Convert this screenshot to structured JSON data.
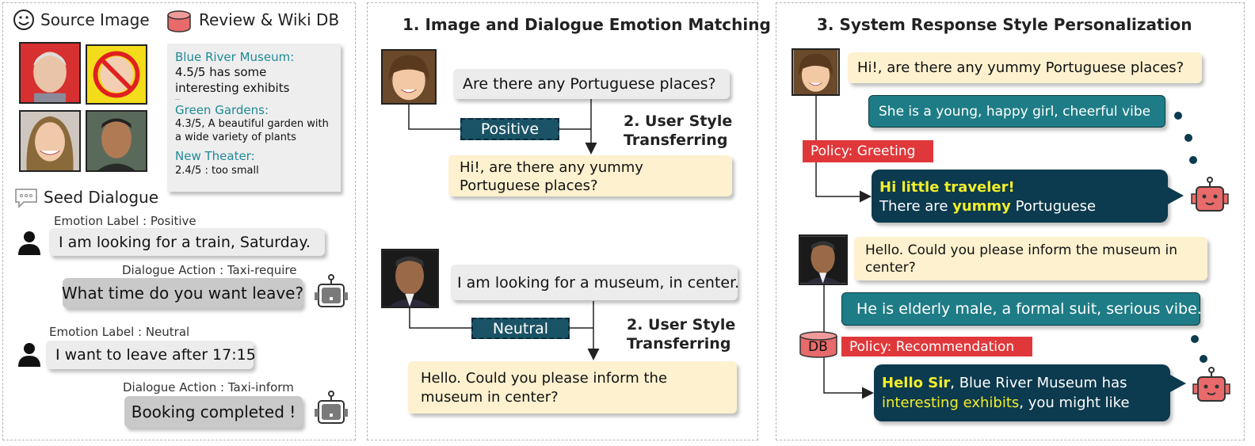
{
  "panel1": {
    "source_image_title": "Source Image",
    "db_title": "Review & Wiki DB",
    "wiki": [
      {
        "name": "Blue River Museum:",
        "text": "4.5/5 has some interesting exhibits"
      },
      {
        "name": "Green Gardens:",
        "text": "4.3/5, A beautiful garden with a wide variety of plants"
      },
      {
        "name": "New Theater:",
        "text": "2.4/5 : too small"
      }
    ],
    "seed_title": "Seed Dialogue",
    "turns": [
      {
        "label": "Emotion Label : Positive",
        "text": "I am looking for a train, Saturday."
      },
      {
        "label": "Dialogue Action : Taxi-require",
        "text": "What time do you want leave?"
      },
      {
        "label": "Emotion Label : Neutral",
        "text": "I want to leave after 17:15"
      },
      {
        "label": "Dialogue Action : Taxi-inform",
        "text": "Booking completed !"
      }
    ]
  },
  "panel2": {
    "title": "1. Image and Dialogue Emotion Matching",
    "ex1": {
      "question": "Are there any Portuguese places?",
      "emotion": "Positive",
      "transfer_line1": "2. User Style",
      "transfer_line2": "Transferring",
      "result_line1": "Hi!, are there any yummy",
      "result_line2": "Portuguese places?"
    },
    "ex2": {
      "question": "I am looking for a museum, in center.",
      "emotion": "Neutral",
      "transfer_line1": "2. User Style",
      "transfer_line2": "Transferring",
      "result_line1": "Hello. Could you please inform the",
      "result_line2": "museum in center?"
    }
  },
  "panel3": {
    "title": "3. System Response Style Personalization",
    "ex1": {
      "user": "Hi!, are there any yummy Portuguese places?",
      "persona": "She is a young, happy girl, cheerful vibe",
      "policy": "Policy: Greeting",
      "resp_hl": "Hi little traveler!",
      "resp_a": "There are ",
      "resp_hl2": "yummy",
      "resp_b": " Portuguese"
    },
    "ex2": {
      "user_line1": "Hello. Could you please inform the museum in",
      "user_line2": "center?",
      "persona": "He is elderly male, a formal suit, serious vibe.",
      "db": "DB",
      "policy": "Policy: Recommendation",
      "resp_hl": "Hello Sir",
      "resp_a": ", Blue River Museum has",
      "resp_hl2": "interesting exhibits",
      "resp_b": ", you might like"
    }
  },
  "colors": {
    "teal": "#1e7c86",
    "navy": "#0c3a4e",
    "cream": "#fdf1cf",
    "policy_red": "#e0383a",
    "highlight": "#f2ee2a",
    "robot_pink": "#e86a6a"
  }
}
